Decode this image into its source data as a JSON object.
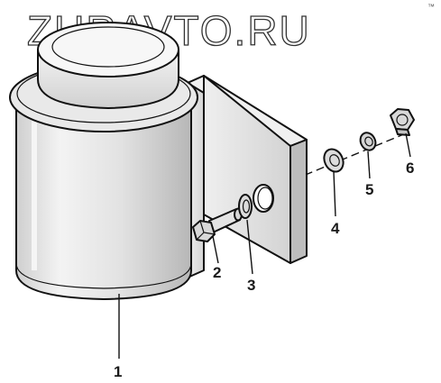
{
  "watermark": {
    "text": "ZURAVTO.RU",
    "corner_mark": "™"
  },
  "callouts": [
    {
      "id": "1",
      "label": "1",
      "part": "reservoir"
    },
    {
      "id": "2",
      "label": "2",
      "part": "bolt"
    },
    {
      "id": "3",
      "label": "3",
      "part": "washer"
    },
    {
      "id": "4",
      "label": "4",
      "part": "washer"
    },
    {
      "id": "5",
      "label": "5",
      "part": "spring-washer"
    },
    {
      "id": "6",
      "label": "6",
      "part": "nut"
    }
  ],
  "colors": {
    "line": "#111111",
    "body_fill": "#e6e6e6",
    "body_light": "#f2f2f2",
    "body_shade": "#bdbdbd",
    "bracket_fill": "#d9d9d9",
    "bracket_edge": "#9a9a9a"
  }
}
